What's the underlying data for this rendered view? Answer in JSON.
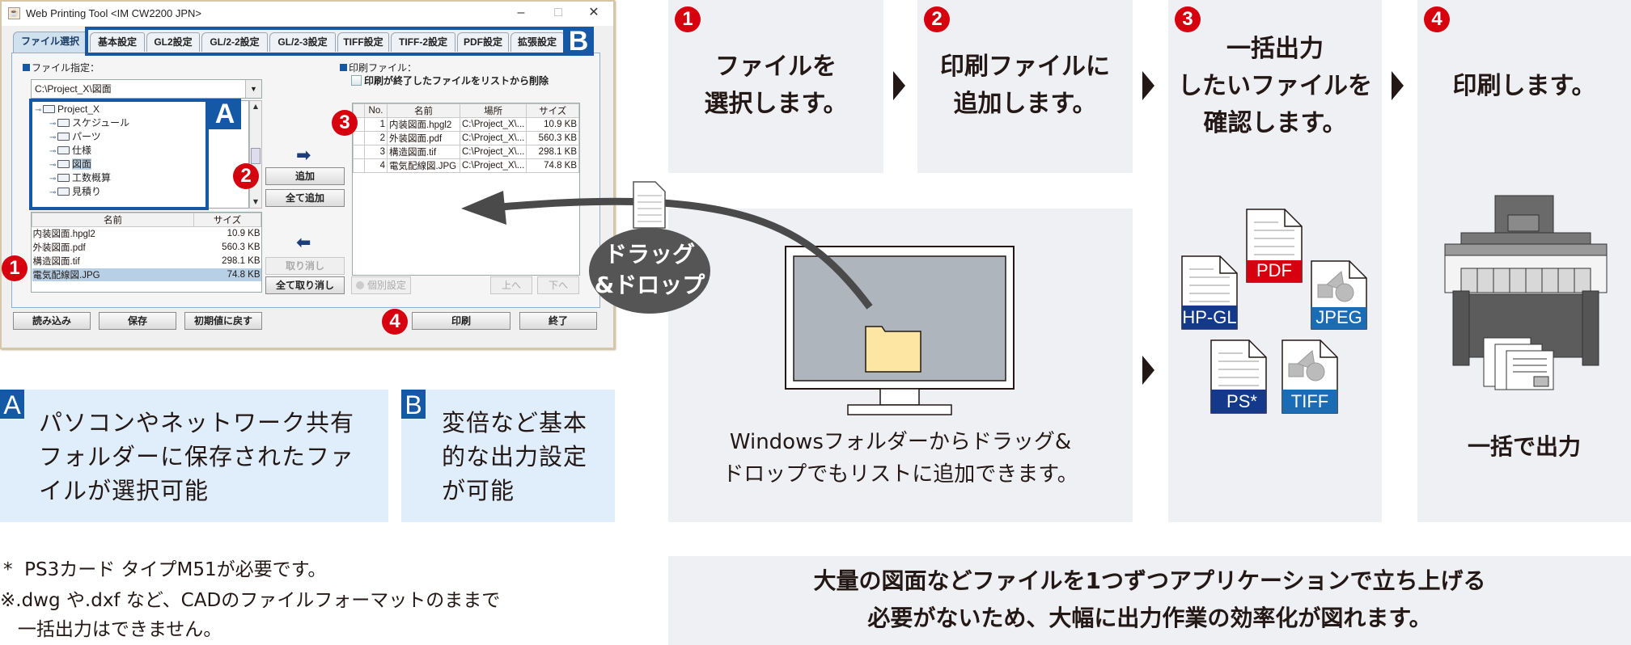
{
  "window": {
    "title": "Web Printing Tool <IM CW2200 JPN>",
    "controls": {
      "minimize": "–",
      "maximize": "□",
      "close": "✕"
    },
    "tabs": [
      {
        "label": "ファイル選択",
        "active": true
      },
      {
        "label": "基本設定"
      },
      {
        "label": "GL2設定"
      },
      {
        "label": "GL/2-2設定"
      },
      {
        "label": "GL/2-3設定"
      },
      {
        "label": "TIFF設定"
      },
      {
        "label": "TIFF-2設定"
      },
      {
        "label": "PDF設定"
      },
      {
        "label": "拡張設定"
      }
    ],
    "file_section": {
      "label": "ファイル指定：",
      "path_value": "C:\\Project_X\\図面",
      "tree": [
        {
          "label": "Project_X",
          "level": 0
        },
        {
          "label": "スケジュール",
          "level": 1
        },
        {
          "label": "パーツ",
          "level": 1
        },
        {
          "label": "仕様",
          "level": 1
        },
        {
          "label": "図面",
          "level": 1,
          "selected": true
        },
        {
          "label": "工数概算",
          "level": 1
        },
        {
          "label": "見積り",
          "level": 1
        }
      ],
      "table": {
        "columns": [
          "名前",
          "サイズ"
        ],
        "rows": [
          [
            "内装図面.hpgl2",
            "10.9 KB"
          ],
          [
            "外装図面.pdf",
            "560.3 KB"
          ],
          [
            "構造図面.tif",
            "298.1 KB"
          ],
          [
            "電気配線図.JPG",
            "74.8 KB"
          ]
        ],
        "selected_row": 3
      }
    },
    "mid_buttons": {
      "add": "追加",
      "add_all": "全て追加",
      "remove": "取り消し",
      "remove_all": "全て取り消し"
    },
    "print_section": {
      "label": "印刷ファイル：",
      "checkbox_label": "印刷が終了したファイルをリストから削除",
      "table": {
        "columns": [
          "No.",
          "名前",
          "場所",
          "サイズ"
        ],
        "rows": [
          [
            "1",
            "内装図面.hpgl2",
            "C:\\Project_X\\...",
            "10.9 KB"
          ],
          [
            "2",
            "外装図面.pdf",
            "C:\\Project_X\\...",
            "560.3 KB"
          ],
          [
            "3",
            "構造図面.tif",
            "C:\\Project_X\\...",
            "298.1 KB"
          ],
          [
            "4",
            "電気配線図.JPG",
            "C:\\Project_X\\...",
            "74.8 KB"
          ]
        ]
      },
      "individual_settings": "個別設定",
      "up": "上へ",
      "down": "下へ"
    },
    "footer_buttons": {
      "load": "読み込み",
      "save": "保存",
      "reset": "初期値に戻す",
      "print": "印刷",
      "exit": "終了"
    },
    "callouts": {
      "a": "A",
      "b": "B",
      "n1": "1",
      "n2": "2",
      "n3": "3",
      "n4": "4"
    }
  },
  "info_boxes": [
    {
      "badge": "A",
      "lines": [
        "パソコンやネットワーク共有",
        "フォルダーに保存されたファ",
        "イルが選択可能"
      ]
    },
    {
      "badge": "B",
      "lines": [
        "変倍など基本",
        "的な出力設定",
        "が可能"
      ]
    }
  ],
  "notes": [
    "*  PS3カード タイプM51が必要です。",
    "※.dwg や.dxf など、CADのファイルフォーマットのままで",
    "   一括出力はできません。"
  ],
  "drag_drop": {
    "label_line1": "ドラッグ",
    "label_line2": "&ドロップ"
  },
  "steps": [
    {
      "num": "1",
      "lines": [
        "ファイルを",
        "選択します。"
      ]
    },
    {
      "num": "2",
      "lines": [
        "印刷ファイルに",
        "追加します。"
      ]
    },
    {
      "num": "3",
      "lines": [
        "一括出力",
        "したいファイルを",
        "確認します。"
      ]
    },
    {
      "num": "4",
      "lines": [
        "印刷します。"
      ]
    }
  ],
  "windows_panel": {
    "lines": [
      "Windowsフォルダーからドラッグ&",
      "ドロップでもリストに追加できます。"
    ]
  },
  "file_formats": [
    {
      "label": "PDF",
      "color": "#d7000f"
    },
    {
      "label": "HP-GL",
      "color": "#14398a"
    },
    {
      "label": "JPEG",
      "color": "#1a6cb5"
    },
    {
      "label": "PS*",
      "color": "#14398a"
    },
    {
      "label": "TIFF",
      "color": "#1a6cb5"
    }
  ],
  "printer_caption": "一括で出力",
  "summary": {
    "line1": "大量の図面などファイルを1つずつアプリケーションで立ち上げる",
    "line2": "必要がないため、大幅に出力作業の効率化が図れます。"
  },
  "colors": {
    "accent_blue": "#1559a6",
    "callout_red": "#d7000f",
    "panel_gray": "#eef0f3",
    "info_blue": "#dfeefa"
  }
}
